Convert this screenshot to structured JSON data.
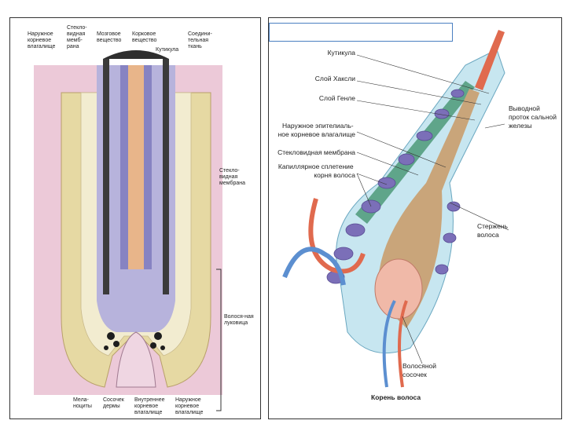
{
  "left_figure": {
    "labels": {
      "outer_root_sheath_top": [
        "Наружное",
        "корневое",
        "влагалище"
      ],
      "glassy_membrane_top": [
        "Стекло-",
        "видная",
        "мемб-",
        "рана"
      ],
      "medulla": [
        "Мозговое",
        "вещество"
      ],
      "cortex": [
        "Корковое",
        "вещество"
      ],
      "cuticle": "Кутикула",
      "connective_tissue": [
        "Соедини-",
        "тельная",
        "ткань"
      ],
      "glassy_membrane_side": [
        "Стекло-",
        "видная",
        "мембрана"
      ],
      "hair_bulb": [
        "Волося-ная",
        "луковица"
      ],
      "melanocytes": [
        "Мела-",
        "ноциты"
      ],
      "dermal_papilla": [
        "Сосочек",
        "дермы"
      ],
      "inner_root_sheath": [
        "Внутреннее",
        "корневое",
        "влагалище"
      ],
      "outer_root_sheath_bottom": [
        "Наружное",
        "корневое",
        "влагалище"
      ]
    }
  },
  "right_figure": {
    "title_box_text": "",
    "labels": {
      "cuticle": "Кутикула",
      "huxley_layer": "Слой Хаксли",
      "henle_layer": "Слой Генле",
      "outer_epithelial_sheath": [
        "Наружное эпителиаль-",
        "ное корневое влагалище"
      ],
      "glassy_membrane": "Стекловидная мембрана",
      "capillary_plexus": [
        "Капиллярное сплетение",
        "корня волоса"
      ],
      "sebaceous_duct": [
        "Выводной",
        "проток сальной",
        "железы"
      ],
      "hair_shaft": [
        "Стержень",
        "волоса"
      ],
      "hair_papilla": [
        "Волосяной",
        "сосочек"
      ],
      "hair_root": "Корень волоса"
    }
  },
  "colors": {
    "pink_tissue": "#e9c6d6",
    "yellow_sheath": "#e8dca0",
    "purple_medulla": "#8a86c0",
    "dark_cortex": "#3a3a3a",
    "light_blue": "#bfe3ee",
    "green_band": "#5fa58a",
    "purple_blobs": "#7b6fb8",
    "tan_core": "#c9a57a",
    "artery_red": "#e06a4e",
    "vein_blue": "#5c8fd0",
    "frame_blue": "#4a7fc1"
  }
}
